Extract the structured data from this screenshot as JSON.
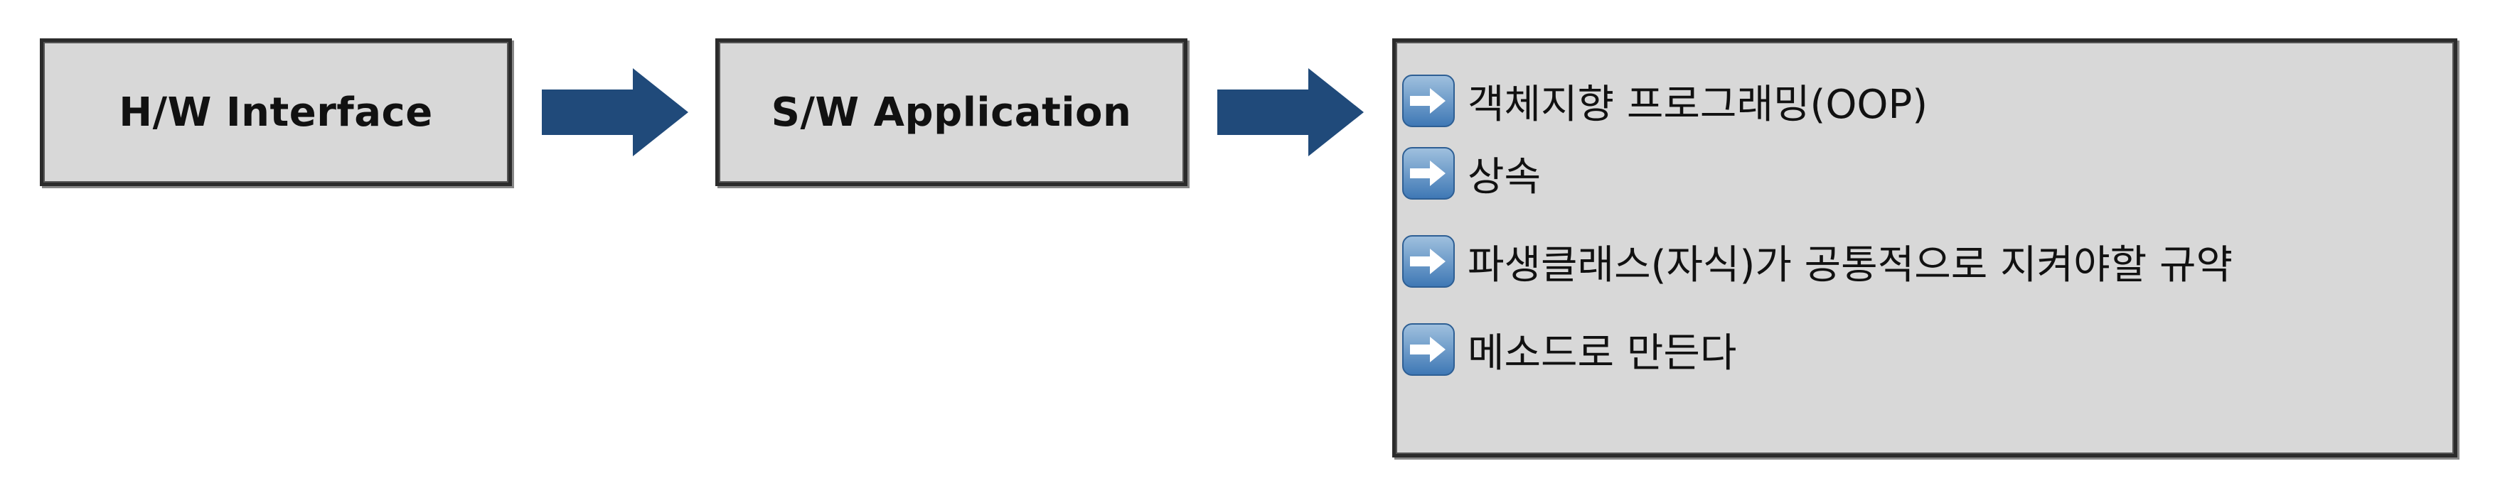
{
  "flow": {
    "step1": "H/W Interface",
    "step2": "S/W Application"
  },
  "details": [
    {
      "icon": "right-arrow-icon",
      "text": "객체지향 프로그래밍(OOP)"
    },
    {
      "icon": "right-arrow-icon",
      "text": "상속"
    },
    {
      "icon": "right-arrow-icon",
      "text": "파생클래스(자식)가 공통적으로 지켜야할 규약"
    },
    {
      "icon": "right-arrow-icon",
      "text": "메소드로 만든다"
    }
  ],
  "colors": {
    "box_fill": "#d8d8d8",
    "arrow": "#204a7a",
    "icon_blue": "#4a86c4"
  }
}
